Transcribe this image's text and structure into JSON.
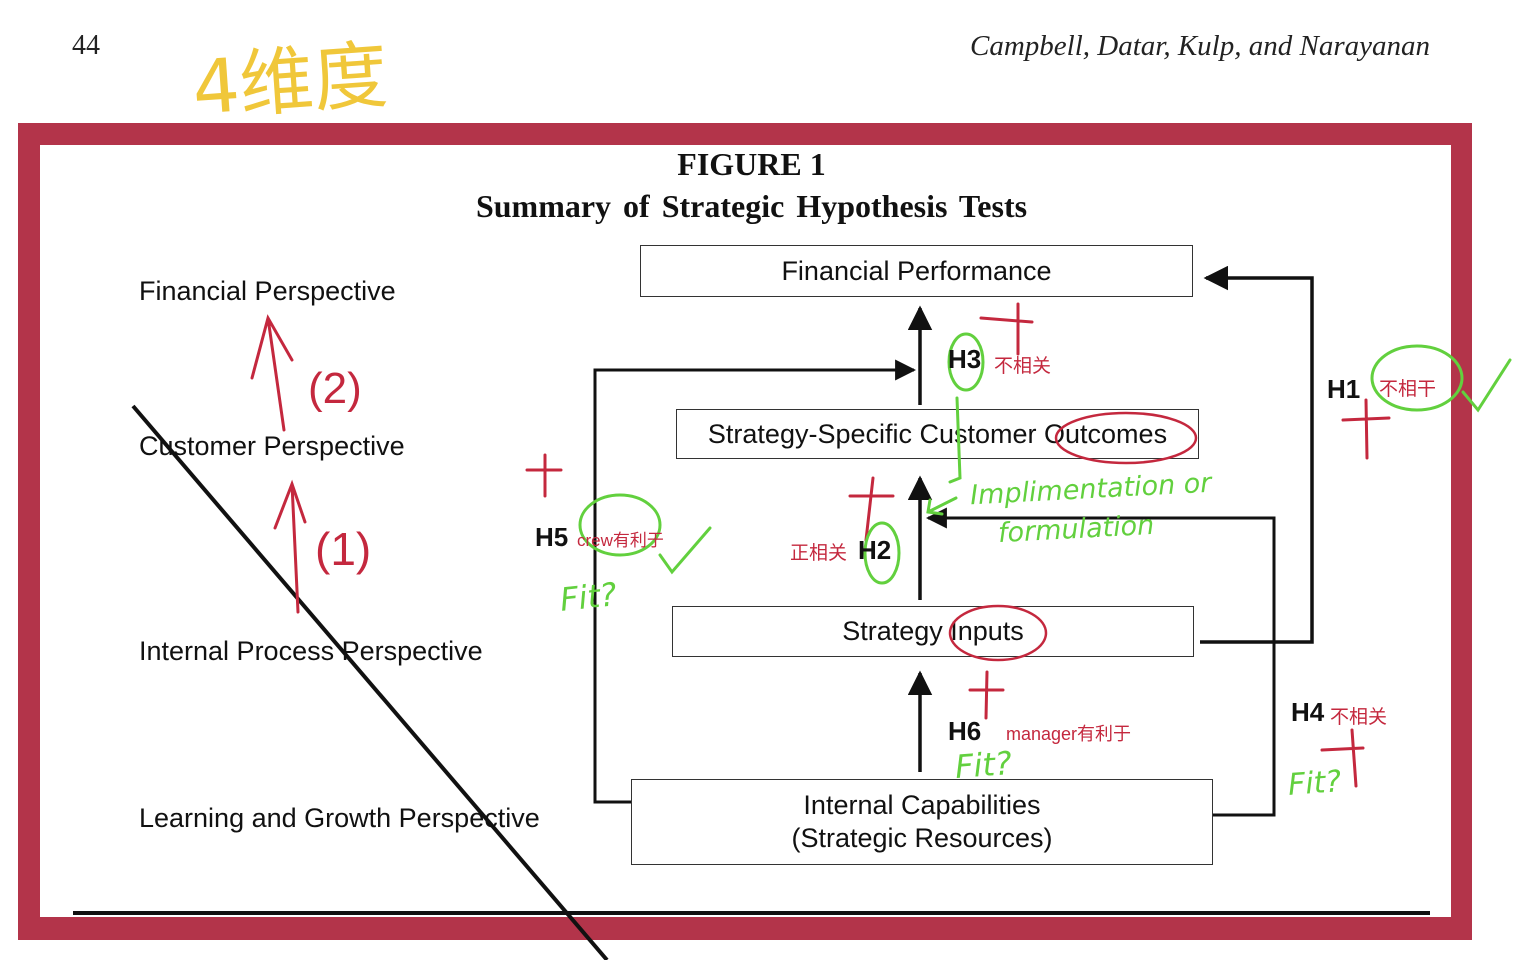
{
  "header": {
    "page_number": "44",
    "authors": "Campbell, Datar, Kulp, and Narayanan"
  },
  "figure": {
    "label": "FIGURE 1",
    "title": "Summary of Strategic Hypothesis Tests"
  },
  "perspectives": [
    "Financial Perspective",
    "Customer Perspective",
    "Internal Process Perspective",
    "Learning and Growth Perspective"
  ],
  "boxes": {
    "financial_performance": "Financial Performance",
    "customer_outcomes": "Strategy-Specific Customer Outcomes",
    "strategy_inputs": "Strategy Inputs",
    "internal_capabilities_line1": "Internal Capabilities",
    "internal_capabilities_line2": "(Strategic Resources)"
  },
  "hypotheses": {
    "h1": "H1",
    "h2": "H2",
    "h3": "H3",
    "h4": "H4",
    "h5": "H5",
    "h6": "H6"
  },
  "annotations": {
    "yellow_heading": "4维度",
    "h3_note": "不相关",
    "h1_note": "不相干",
    "h2_note": "正相关",
    "h5_note": "crew有利于",
    "h6_note": "manager有利于",
    "h4_note": "不相关",
    "step_1": "(1)",
    "step_2": "(2)",
    "fit_h5": "Fit?",
    "fit_h6": "Fit?",
    "fit_h4": "Fit?",
    "implementation_line1": "Implimentation or",
    "implementation_line2": "formulation"
  },
  "colors": {
    "frame": "#b3344a",
    "ink_red": "#c4283e",
    "ink_green": "#62d03e",
    "ink_yellow": "#f0c73a"
  }
}
